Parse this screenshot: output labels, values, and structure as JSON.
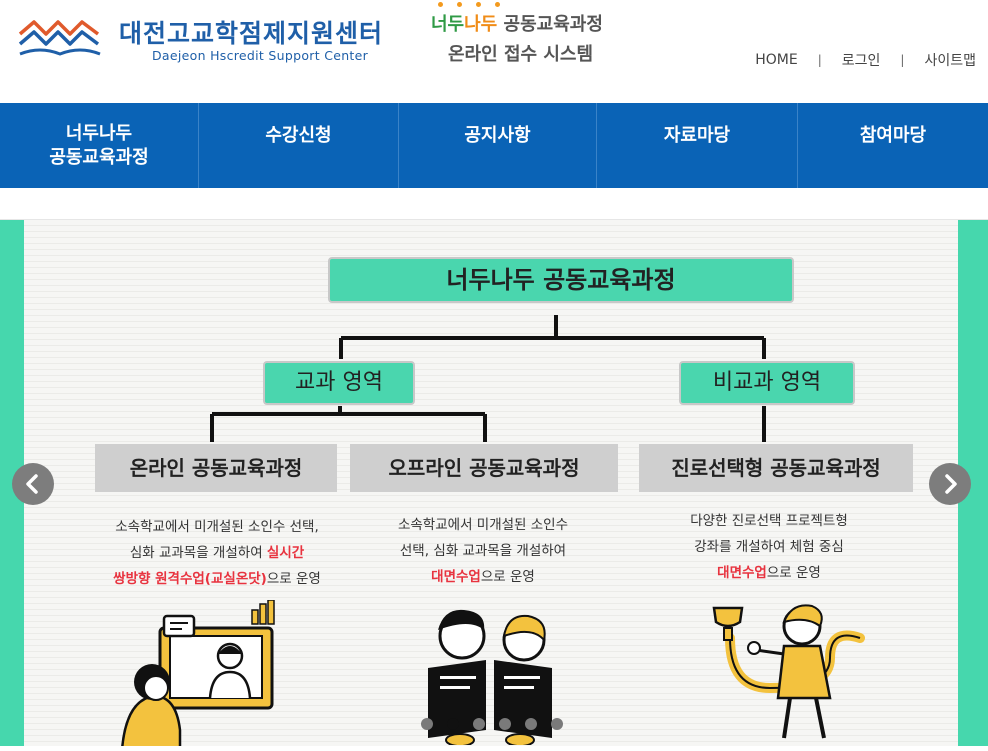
{
  "header": {
    "org_name_kr": "대전고교학점제지원센터",
    "org_name_en": "Daejeon Hscredit Support Center",
    "system_brand_1": "너두",
    "system_brand_2": "나두",
    "system_title_1": " 공동교육과정",
    "system_title_2": "온라인 접수 시스템",
    "util_links": [
      "HOME",
      "로그인",
      "사이트맵"
    ],
    "util_separator": "|"
  },
  "nav": {
    "items": [
      "너두나두\n공동교육과정",
      "수강신청",
      "공지사항",
      "자료마당",
      "참여마당"
    ]
  },
  "banner": {
    "title": "너두나두 공동교육과정",
    "area_curricular": "교과 영역",
    "area_extracurricular": "비교과 영역",
    "course_online": "온라인 공동교육과정",
    "course_offline": "오프라인 공동교육과정",
    "course_career": "진로선택형 공동교육과정",
    "desc_online": {
      "line1": "소속학교에서 미개설된 소인수 선택,",
      "line2_a": "심화 교과목을 개설하여 ",
      "line2_red": "실시간",
      "line3_red": "쌍방향 원격수업(교실온닷)",
      "line3_b": "으로 운영"
    },
    "desc_offline": {
      "line1": "소속학교에서 미개설된 소인수",
      "line2": "선택, 심화 교과목을 개설하여",
      "line3_red": "대면수업",
      "line3_b": "으로 운영"
    },
    "desc_career": {
      "line1": "다양한 진로선택 프로젝트형",
      "line2": "강좌를 개설하여  체험 중심",
      "line3_red": "대면수업",
      "line3_b": "으로 운영"
    },
    "slide_count": 6,
    "active_slide": 2
  },
  "colors": {
    "brand_blue": "#0a63b6",
    "mint": "#46d7ad",
    "accent_red": "#e8333f",
    "accent_orange": "#f08c17"
  },
  "icons": [
    "wave-logo-icon",
    "chevron-left-icon",
    "chevron-right-icon"
  ]
}
